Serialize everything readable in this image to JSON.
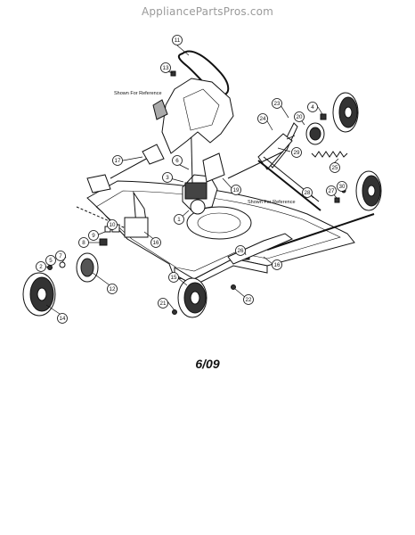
{
  "header": {
    "site": "AppliancePartsPros.com"
  },
  "footer": {
    "date_code": "6/09"
  },
  "notes": {
    "reference_1": "Shown For Reference",
    "reference_2": "Shown For Reference"
  },
  "callouts": {
    "c1": "1",
    "c2": "2",
    "c3": "3",
    "c4": "4",
    "c5": "5",
    "c6": "6",
    "c7": "7",
    "c8": "8",
    "c9": "9",
    "c10": "10",
    "c11": "11",
    "c12": "12",
    "c13": "13",
    "c14": "14",
    "c15": "15",
    "c16": "16",
    "c16b": "16",
    "c17": "17",
    "c18": "18",
    "c19": "19",
    "c20": "20",
    "c21": "21",
    "c22": "22",
    "c23": "23",
    "c24": "24",
    "c25": "25",
    "c26": "26",
    "c27": "27",
    "c28": "28",
    "c29": "29",
    "c30": "30"
  },
  "colors": {
    "line": "#111111",
    "callout_fill": "#ffffff",
    "watermark": "#9a9a9a"
  }
}
